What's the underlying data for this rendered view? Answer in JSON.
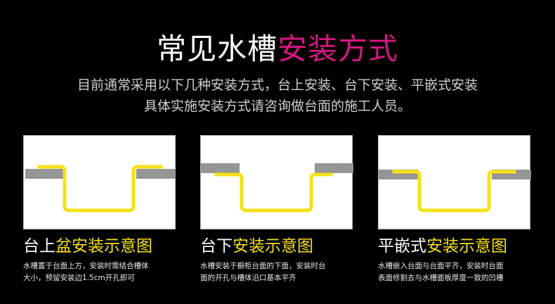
{
  "header": {
    "title_part1": "常见水槽",
    "title_part2": "安装方式",
    "subtitle_line1": "目前通常采用以下几种安装方式，台上安装、台下安装、平嵌式安装",
    "subtitle_line2": "具体实施安装方式请咨询做台面的施工人员。"
  },
  "colors": {
    "accent_pink": "#d6177f",
    "accent_yellow": "#f5e116",
    "counter_gray": "#8f8f8f",
    "background": "#000000"
  },
  "methods": [
    {
      "caption_white_a": "台上",
      "caption_yellow_a": "盆",
      "caption_white_b": "",
      "caption_yellow_b": "安装示意图",
      "desc_line1": "水槽置于台面上方，安装时需结合槽体",
      "desc_line2": "大小，预留安装边1.5cm开孔即可"
    },
    {
      "caption_white_a": "台下",
      "caption_yellow_a": "",
      "caption_white_b": "",
      "caption_yellow_b": "安装示意图",
      "desc_line1": "水槽安装于橱柜台面的下面，安装时台",
      "desc_line2": "面的开孔与槽体沿口基本平齐"
    },
    {
      "caption_white_a": "平嵌式",
      "caption_yellow_a": "",
      "caption_white_b": "",
      "caption_yellow_b": "安装示意图",
      "desc_line1": "水槽嵌入台面与台面平齐，安装时台面",
      "desc_line2": "表面修割去与水槽面板厚度一致的凹槽"
    }
  ]
}
